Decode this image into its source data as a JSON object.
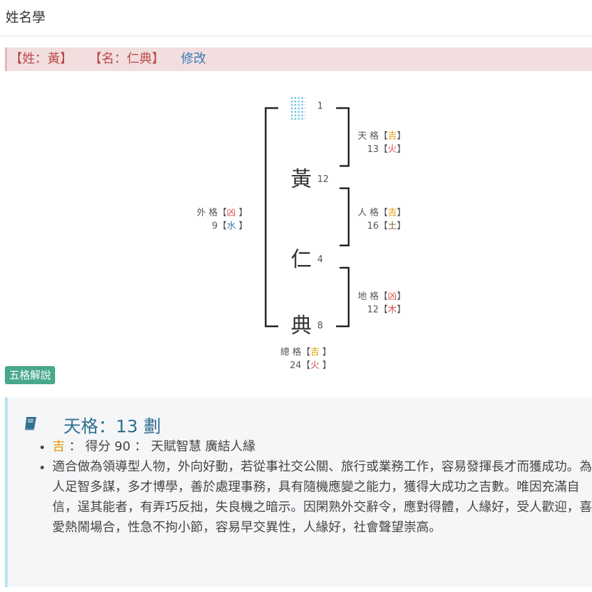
{
  "page": {
    "title": "姓名學"
  },
  "name_bar": {
    "surname": "【姓：黃】",
    "given": "【名：仁典】",
    "edit": "修改"
  },
  "wuge_chart": {
    "chars": [
      {
        "char": "",
        "strokes": "1"
      },
      {
        "char": "黃",
        "strokes": "12"
      },
      {
        "char": "仁",
        "strokes": "4"
      },
      {
        "char": "典",
        "strokes": "8"
      }
    ],
    "tian": {
      "label": "天 格【",
      "luck": "吉",
      "close1": "】",
      "num": "13【",
      "element": "火",
      "close2": "】"
    },
    "ren": {
      "label": "人 格【",
      "luck": "吉",
      "close1": "】",
      "num": "16【",
      "element": "土",
      "close2": "】"
    },
    "di": {
      "label": "地 格【",
      "luck": "凶",
      "close1": "】",
      "num": "12【",
      "element": "木",
      "close2": "】"
    },
    "wai": {
      "label": "外 格【",
      "luck": "凶",
      "close1": " 】",
      "num": "9【",
      "element": "水",
      "close2": " 】"
    },
    "zong": {
      "label": "總 格【",
      "luck": "吉",
      "close1": " 】",
      "num": "24【",
      "element": "火",
      "close2": " 】"
    }
  },
  "badge": "五格解說",
  "explanation": {
    "title": "天格：13 劃",
    "luck": "吉",
    "score_line": " ： 得分 90 ： 天賦智慧 廣結人緣",
    "description": "適合做為領導型人物，外向好動，若從事社交公關、旅行或業務工作，容易發揮長才而獲成功。為人足智多謀，多才博學，善於處理事務，具有隨機應變之能力，獲得大成功之吉數。唯因充滿自信，逞其能者，有弄巧反拙，失良機之暗示。因閑熟外交辭令，應對得體，人緣好，受人歡迎，喜愛熱鬧場合，性急不拘小節，容易早交異性，人緣好，社會聲望崇高。"
  },
  "colors": {
    "ji": "#e59700",
    "xiong": "#d9534f",
    "accent": "#31708f",
    "badge": "#47a88c"
  }
}
